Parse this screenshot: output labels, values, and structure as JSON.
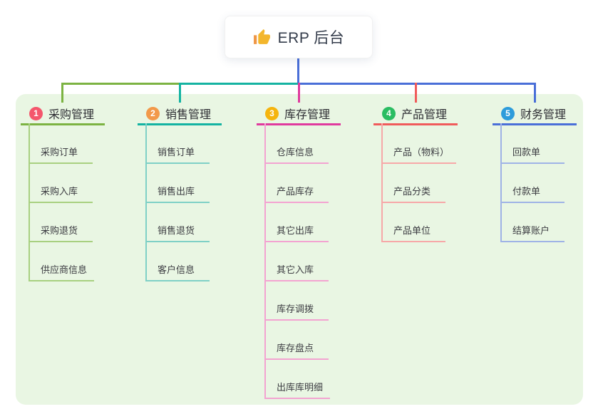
{
  "root": {
    "title": "ERP 后台",
    "icon": "thumbs-up-icon"
  },
  "branches": [
    {
      "number": "1",
      "title": "采购管理",
      "badge_color": "#f4566c",
      "line_color": "#7cb342",
      "child_line_color": "#a8d080",
      "children": [
        "采购订单",
        "采购入库",
        "采购退货",
        "供应商信息"
      ]
    },
    {
      "number": "2",
      "title": "销售管理",
      "badge_color": "#f2994a",
      "line_color": "#14b3a2",
      "child_line_color": "#7fd0c6",
      "children": [
        "销售订单",
        "销售出库",
        "销售退货",
        "客户信息"
      ]
    },
    {
      "number": "3",
      "title": "库存管理",
      "badge_color": "#f5b40e",
      "line_color": "#e03a9e",
      "child_line_color": "#f3a3d1",
      "children": [
        "仓库信息",
        "产品库存",
        "其它出库",
        "其它入库",
        "库存调拨",
        "库存盘点",
        "出库库明细"
      ]
    },
    {
      "number": "4",
      "title": "产品管理",
      "badge_color": "#2abd62",
      "line_color": "#f05b5b",
      "child_line_color": "#f7a8a8",
      "children": [
        "产品（物料）",
        "产品分类",
        "产品单位"
      ]
    },
    {
      "number": "5",
      "title": "财务管理",
      "badge_color": "#2d9cdb",
      "line_color": "#4a6fd8",
      "child_line_color": "#9fb3e6",
      "children": [
        "回款单",
        "付款单",
        "结算账户"
      ]
    }
  ],
  "colors": {
    "canvas_bg": "#ffffff",
    "panel_bg": "#e9f6e3",
    "root_stem": "#4a6fd8",
    "thumb_icon": "#f3b62d"
  }
}
